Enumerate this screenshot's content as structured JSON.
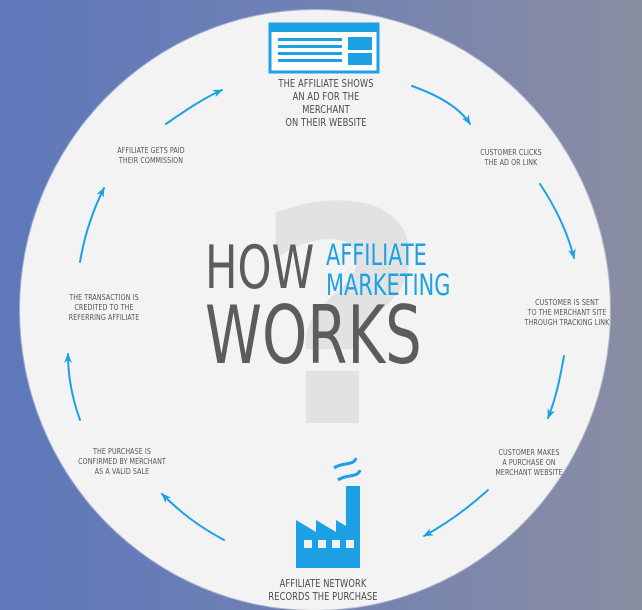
{
  "title": {
    "line1": "HOW",
    "line2": "WORKS",
    "highlight1": "AFFILIATE",
    "highlight2": "MARKETING",
    "watermark": "?"
  },
  "steps": [
    {
      "id": "step-ad",
      "text": "THE AFFILIATE SHOWS AN AD FOR THE MERCHANT ON THEIR WEBSITE",
      "lines": [
        "THE AFFILIATE SHOWS",
        "AN AD FOR THE MERCHANT",
        "ON THEIR WEBSITE"
      ]
    },
    {
      "id": "step-click",
      "lines": [
        "CUSTOMER CLICKS",
        "THE AD OR LINK"
      ]
    },
    {
      "id": "step-sent",
      "lines": [
        "CUSTOMER IS SENT",
        "TO THE MERCHANT SITE",
        "THROUGH TRACKING LINK"
      ]
    },
    {
      "id": "step-purchase",
      "lines": [
        "CUSTOMER MAKES",
        "A PURCHASE ON",
        "MERCHANT WEBSITE"
      ]
    },
    {
      "id": "step-network",
      "lines": [
        "AFFILIATE NETWORK",
        "RECORDS THE PURCHASE"
      ]
    },
    {
      "id": "step-confirm",
      "lines": [
        "THE PURCHASE IS",
        "CONFIRMED BY MERCHANT",
        "AS A VALID SALE"
      ]
    },
    {
      "id": "step-credit",
      "lines": [
        "THE TRANSACTION IS",
        "CREDITED TO THE",
        "REFERRING AFFILIATE"
      ]
    },
    {
      "id": "step-paid",
      "lines": [
        "AFFILIATE GETS PAID",
        "THEIR COMMISSION"
      ]
    }
  ],
  "icons": [
    "website-icon",
    "factory-icon"
  ],
  "colors": {
    "accent": "#1ea1e4",
    "text": "#555555",
    "circle": "#f3f3f3"
  }
}
